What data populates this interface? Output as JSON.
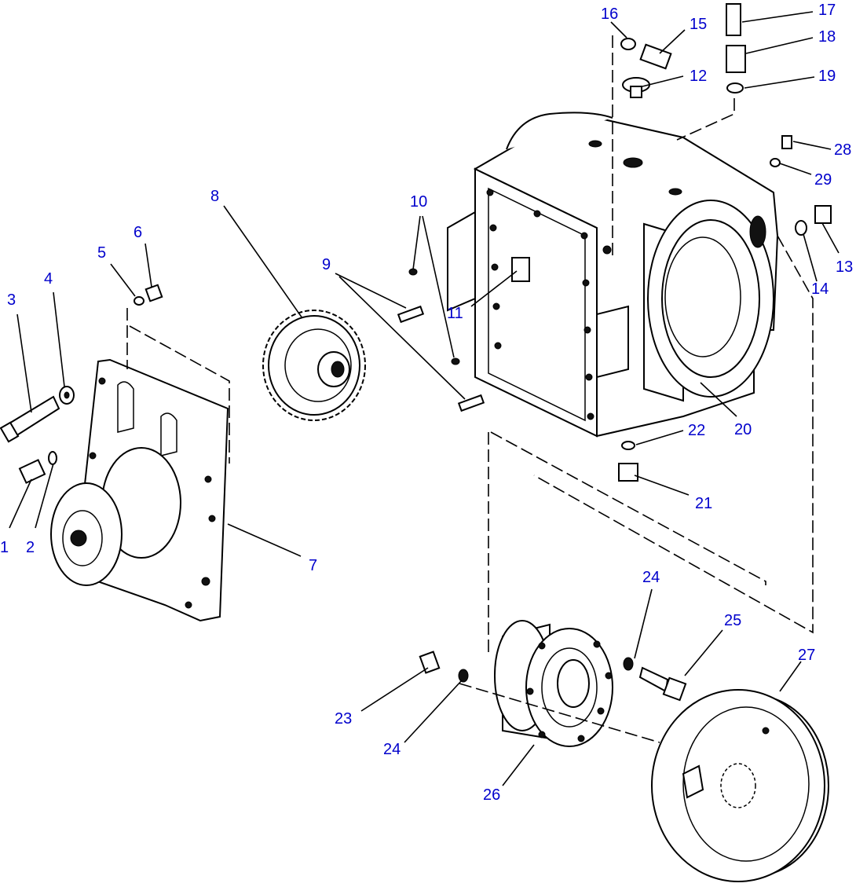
{
  "callouts": {
    "c1": "1",
    "c2": "2",
    "c3": "3",
    "c4": "4",
    "c5": "5",
    "c6": "6",
    "c7": "7",
    "c8": "8",
    "c9": "9",
    "c10": "10",
    "c11": "11",
    "c12": "12",
    "c13": "13",
    "c14": "14",
    "c15": "15",
    "c16": "16",
    "c17": "17",
    "c18": "18",
    "c19": "19",
    "c20": "20",
    "c21": "21",
    "c22": "22",
    "c23": "23",
    "c24a": "24",
    "c24b": "24",
    "c25": "25",
    "c26": "26",
    "c27": "27",
    "c28": "28",
    "c29": "29"
  },
  "colors": {
    "callout": "#0000cc",
    "line": "#000000"
  }
}
